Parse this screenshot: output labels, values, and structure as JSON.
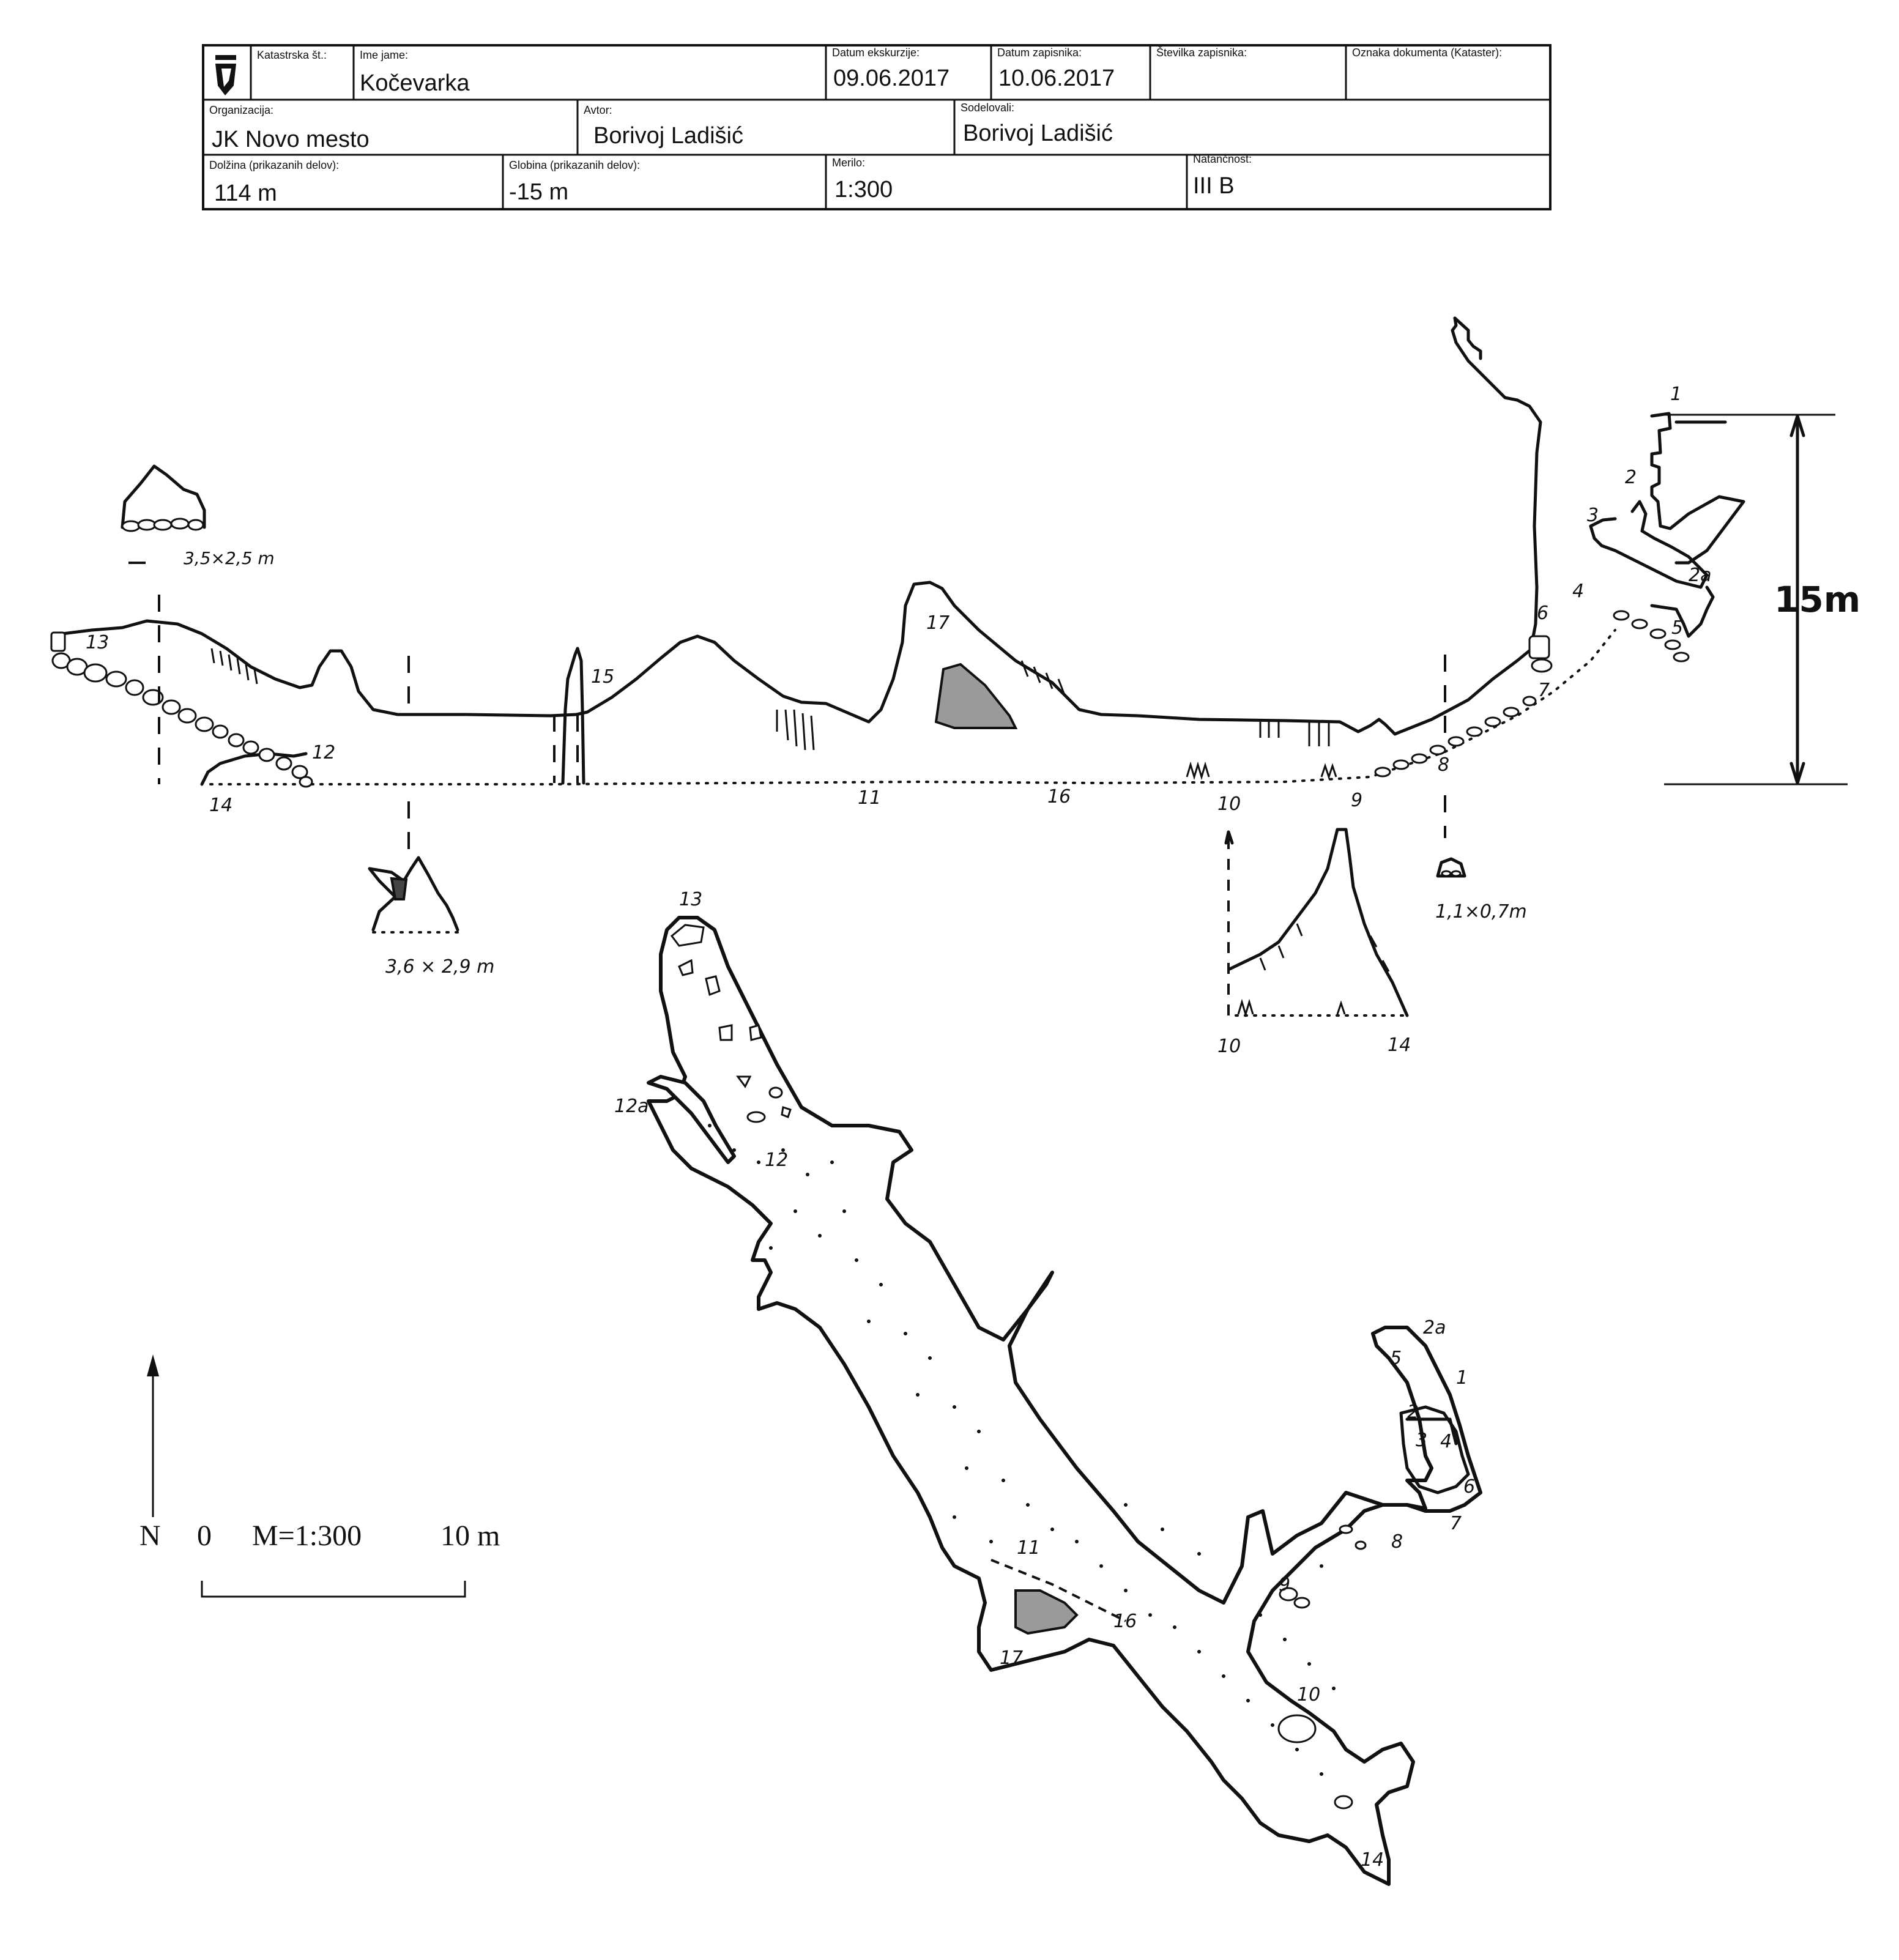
{
  "header": {
    "katastrska_st_label": "Katastrska št.:",
    "ime_jame_label": "Ime jame:",
    "ime_jame": "Kočevarka",
    "datum_ekskurzije_label": "Datum ekskurzije:",
    "datum_ekskurzije": "09.06.2017",
    "datum_zapisnika_label": "Datum zapisnika:",
    "datum_zapisnika": "10.06.2017",
    "stevilka_zapisnika_label": "Številka zapisnika:",
    "oznaka_dokumenta_label": "Oznaka dokumenta (Kataster):",
    "organizacija_label": "Organizacija:",
    "organizacija": "JK Novo mesto",
    "avtor_label": "Avtor:",
    "avtor": "Borivoj Ladišić",
    "sodelovali_label": "Sodelovali:",
    "sodelovali": "Borivoj Ladišić",
    "dolzina_label": "Dolžina (prikazanih delov):",
    "dolzina": "114 m",
    "globina_label": "Globina (prikazanih delov):",
    "globina": "-15 m",
    "merilo_label": "Merilo:",
    "merilo": "1:300",
    "natancnost_label": "Natančnost:",
    "natancnost": "III B"
  },
  "profile": {
    "stations": [
      "1",
      "2",
      "2a",
      "3",
      "4",
      "5",
      "6",
      "7",
      "8",
      "9",
      "10",
      "11",
      "12",
      "13",
      "14",
      "15",
      "16",
      "17"
    ],
    "cross_sections": [
      "3,5×2,5 m",
      "3,6 × 2,9 m",
      "1,1×0,7m"
    ],
    "extended_section_labels": [
      "10",
      "14"
    ],
    "depth_scale": "15m"
  },
  "plan": {
    "stations": [
      "13",
      "12a",
      "12",
      "11",
      "16",
      "17",
      "10",
      "9",
      "8",
      "7",
      "6",
      "5",
      "4",
      "3",
      "2",
      "2a",
      "1",
      "14"
    ]
  },
  "scale_bar": {
    "north": "N",
    "zero": "0",
    "ratio": "M=1:300",
    "length": "10 m"
  }
}
